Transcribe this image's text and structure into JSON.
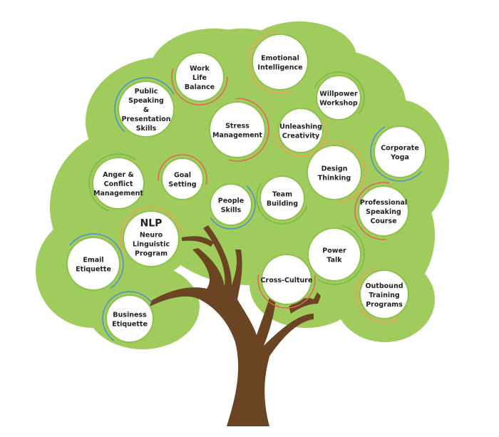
{
  "colors": {
    "canopy": "#9fcc5c",
    "canopy_edge": "#8fbf4c",
    "trunk": "#6b4423",
    "bubble": "#ffffff",
    "arc_red": "#e8605a",
    "arc_orange": "#f0a050",
    "arc_blue": "#4a90d0",
    "arc_green": "#7ab648"
  },
  "nodes": [
    {
      "id": "work-life-balance",
      "lines": [
        "Work",
        "Life",
        "Balance"
      ]
    },
    {
      "id": "emotional-intelligence",
      "lines": [
        "Emotional",
        "Intelligence"
      ]
    },
    {
      "id": "public-speaking",
      "lines": [
        "Public",
        "Speaking",
        "&",
        "Presentation",
        "Skills"
      ]
    },
    {
      "id": "willpower-workshop",
      "lines": [
        "Willpower",
        "Workshop"
      ]
    },
    {
      "id": "stress-management",
      "lines": [
        "Stress",
        "Management"
      ]
    },
    {
      "id": "unleashing-creativity",
      "lines": [
        "Unleashing",
        "Creativity"
      ]
    },
    {
      "id": "corporate-yoga",
      "lines": [
        "Corporate",
        "Yoga"
      ]
    },
    {
      "id": "anger-conflict-management",
      "lines": [
        "Anger &",
        "Conflict",
        "Management"
      ]
    },
    {
      "id": "goal-setting",
      "lines": [
        "Goal",
        "Setting"
      ]
    },
    {
      "id": "design-thinking",
      "lines": [
        "Design",
        "Thinking"
      ]
    },
    {
      "id": "people-skills",
      "lines": [
        "People",
        "Skills"
      ]
    },
    {
      "id": "team-building",
      "lines": [
        "Team",
        "Building"
      ]
    },
    {
      "id": "professional-speaking-course",
      "lines": [
        "Professional",
        "Speaking",
        "Course"
      ]
    },
    {
      "id": "nlp",
      "lines": [
        "NLP",
        "Neuro",
        "Linguistic",
        "Program"
      ]
    },
    {
      "id": "email-etiquette",
      "lines": [
        "Email",
        "Etiquette"
      ]
    },
    {
      "id": "power-talk",
      "lines": [
        "Power",
        "Talk"
      ]
    },
    {
      "id": "cross-culture",
      "lines": [
        "Cross-Culture"
      ]
    },
    {
      "id": "outbound-training-programs",
      "lines": [
        "Outbound",
        "Training",
        "Programs"
      ]
    },
    {
      "id": "business-etiquette",
      "lines": [
        "Business",
        "Etiquette"
      ]
    }
  ]
}
